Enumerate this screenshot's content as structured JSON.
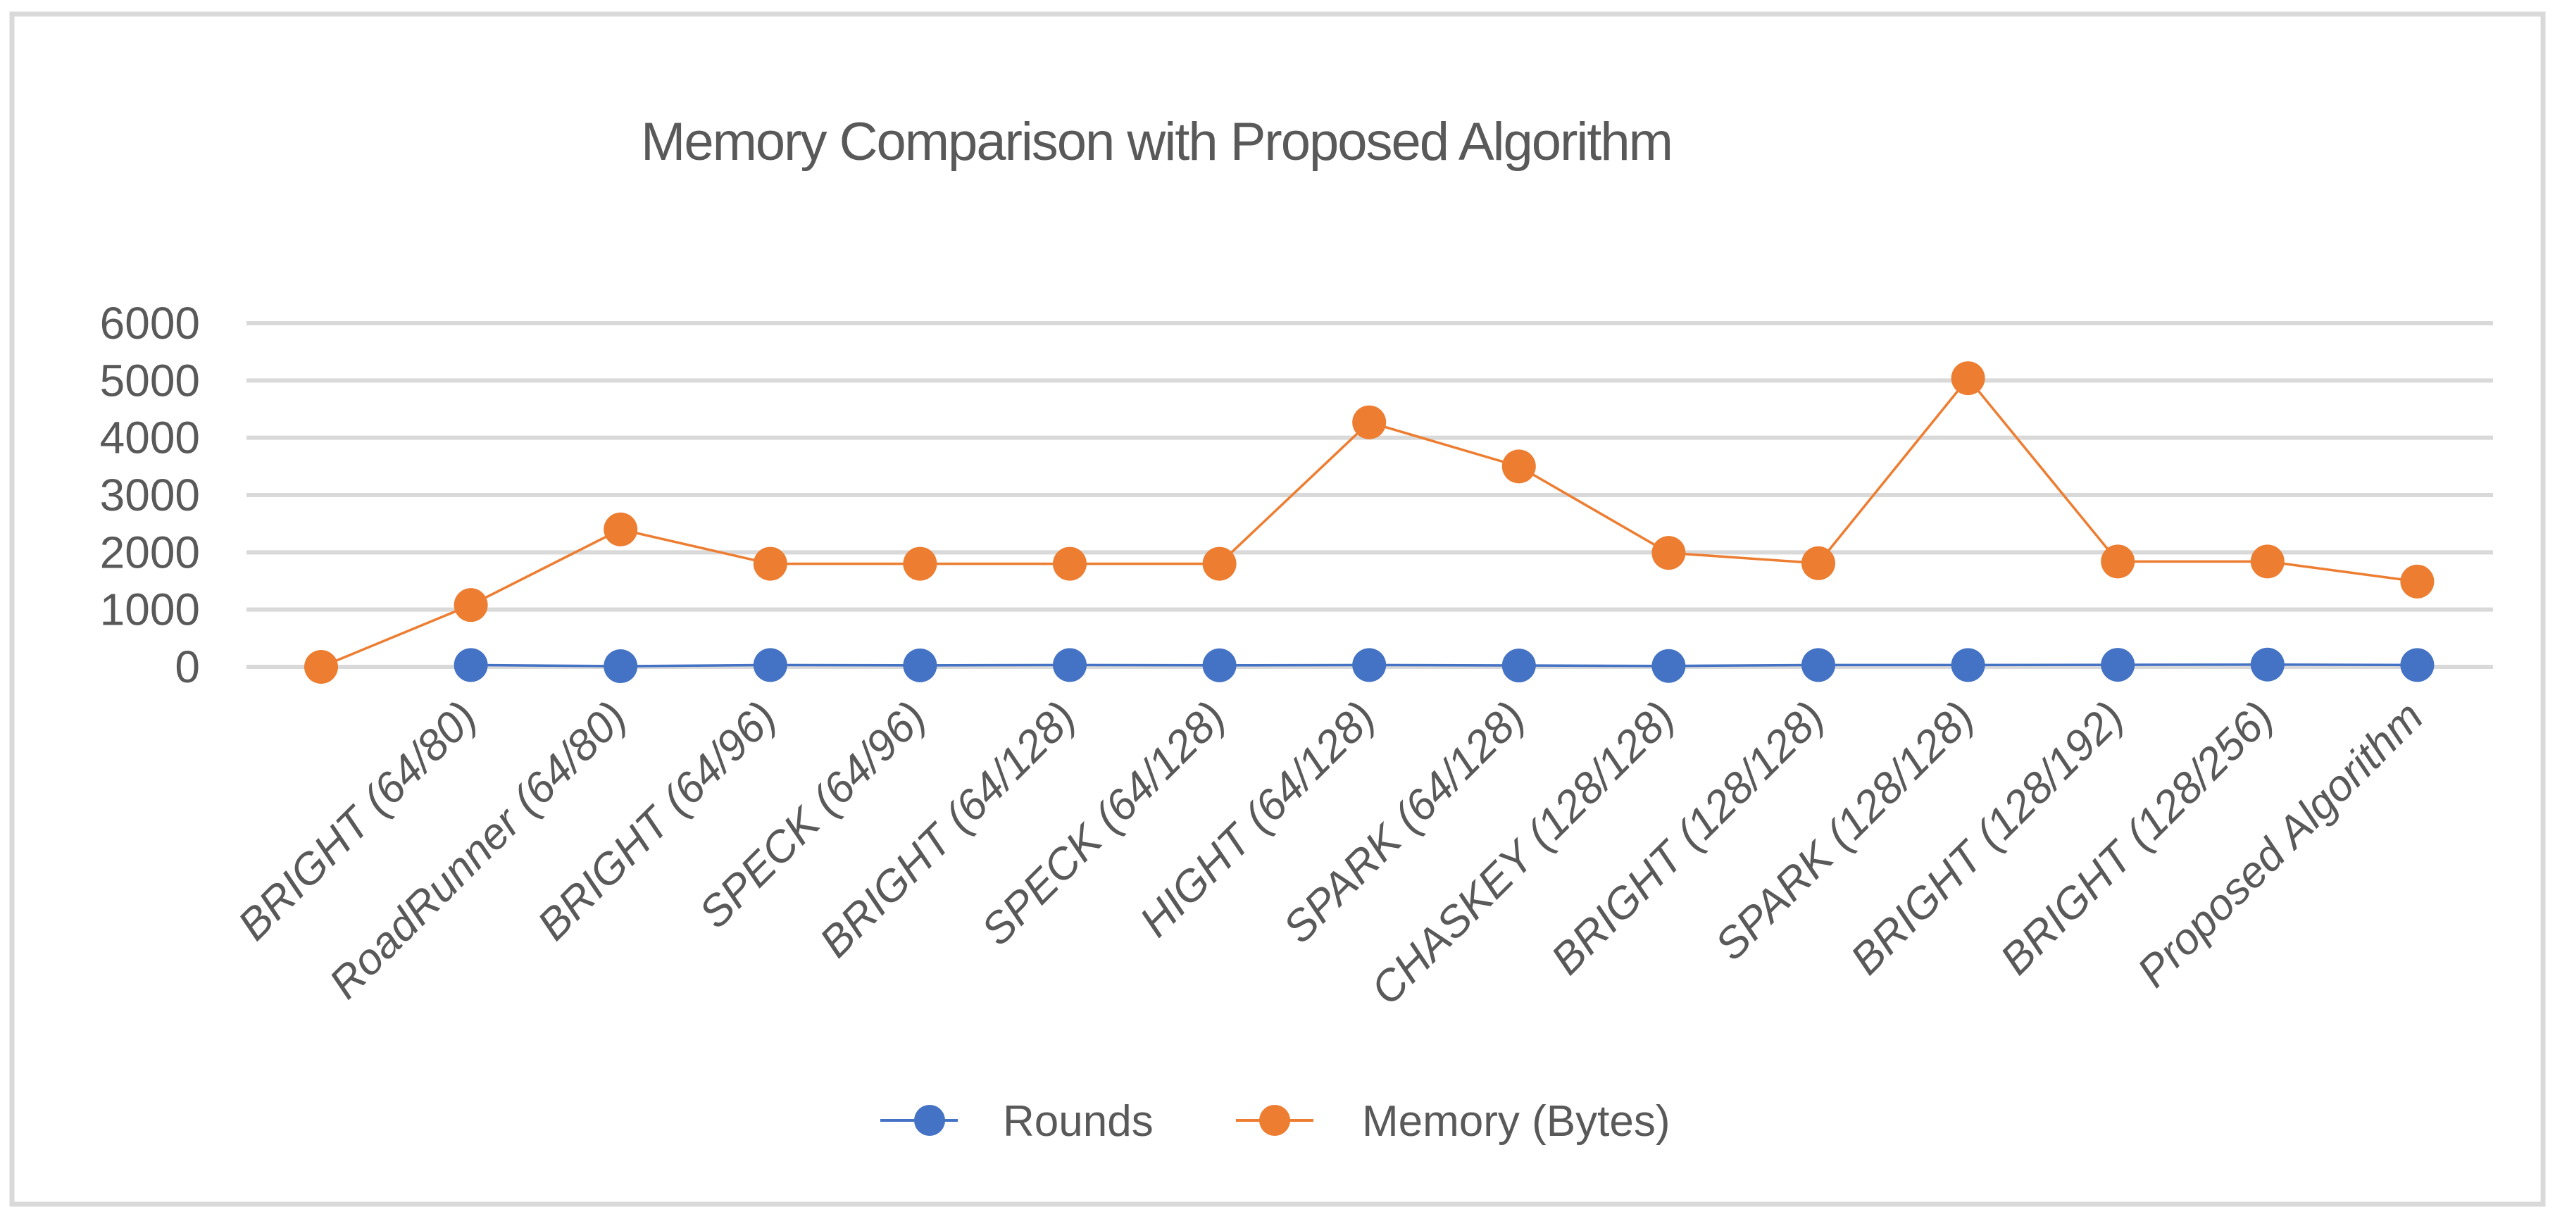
{
  "chart": {
    "title": "Memory Comparison with Proposed Algorithm",
    "colors": {
      "rounds": "#4472C4",
      "memory": "#ED7D31",
      "text": "#595959",
      "gridline": "#D9D9D9",
      "frame": "#D9D9D9",
      "background": "#FFFFFF"
    }
  },
  "chart_data": {
    "type": "line",
    "title": "Memory Comparison with Proposed Algorithm",
    "xlabel": "",
    "ylabel": "",
    "ylim": [
      0,
      6000
    ],
    "yticks": [
      0,
      1000,
      2000,
      3000,
      4000,
      5000,
      6000
    ],
    "grid": true,
    "legend_position": "bottom",
    "marker": "circle",
    "x_tick_label_rotation": -45,
    "x_tick_label_style": "italic",
    "categories": [
      "",
      "BRIGHT (64/80)",
      "RoadRunner (64/80)",
      "BRIGHT (64/96)",
      "SPECK (64/96)",
      "BRIGHT (64/128)",
      "SPECK (64/128)",
      "HIGHT (64/128)",
      "SPARK (64/128)",
      "CHASKEY (128/128)",
      "BRIGHT (128/128)",
      "SPARK (128/128)",
      "BRIGHT (128/192)",
      "BRIGHT (128/256)",
      "Proposed Algorithm"
    ],
    "series": [
      {
        "name": "Rounds",
        "color": "#4472C4",
        "values": [
          null,
          32,
          12,
          32,
          26,
          32,
          27,
          32,
          24,
          16,
          32,
          32,
          36,
          40,
          32
        ]
      },
      {
        "name": "Memory (Bytes)",
        "color": "#ED7D31",
        "values": [
          0,
          1080,
          2400,
          1800,
          1800,
          1800,
          1800,
          4270,
          3500,
          1990,
          1810,
          5040,
          1840,
          1840,
          1490
        ]
      }
    ]
  }
}
